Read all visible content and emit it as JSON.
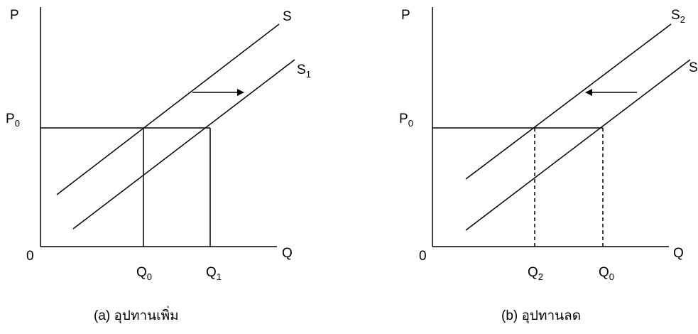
{
  "panel_a": {
    "axis_y": "P",
    "axis_x": "Q",
    "origin": "0",
    "price": {
      "main": "P",
      "sub": "0"
    },
    "curve_original": {
      "main": "S",
      "sub": ""
    },
    "curve_shifted": {
      "main": "S",
      "sub": "1"
    },
    "qty_left": {
      "main": "Q",
      "sub": "0"
    },
    "qty_right": {
      "main": "Q",
      "sub": "1"
    },
    "shift_direction": "right",
    "caption": "(a)  อุปทานเพิ่ม"
  },
  "panel_b": {
    "axis_y": "P",
    "axis_x": "Q",
    "origin": "0",
    "price": {
      "main": "P",
      "sub": "0"
    },
    "curve_left": {
      "main": "S",
      "sub": "2"
    },
    "curve_right": {
      "main": "S",
      "sub": ""
    },
    "qty_left": {
      "main": "Q",
      "sub": "2"
    },
    "qty_right": {
      "main": "Q",
      "sub": "0"
    },
    "shift_direction": "left",
    "caption": "(b)  อุปทานลด"
  }
}
